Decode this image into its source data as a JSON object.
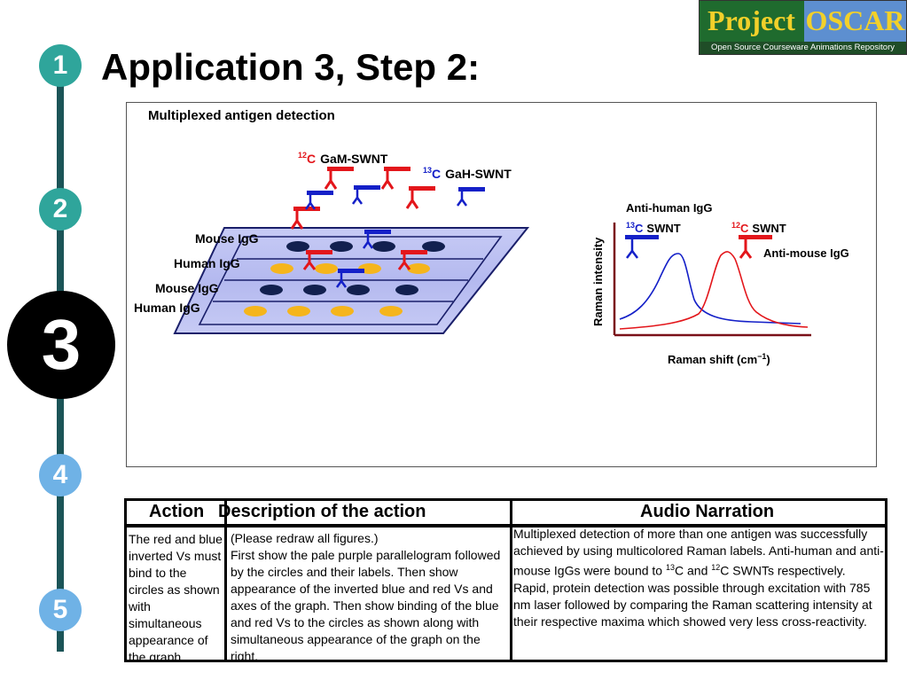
{
  "steps": [
    {
      "label": "1",
      "color": "#2fa59b"
    },
    {
      "label": "2",
      "color": "#2fa59b"
    },
    {
      "label": "3",
      "color": "#000000"
    },
    {
      "label": "4",
      "color": "#6fb2e6"
    },
    {
      "label": "5",
      "color": "#6fb2e6"
    }
  ],
  "title": "Application 3, Step 2:",
  "logo": {
    "word1": "Project",
    "word2": "OSCAR",
    "subtitle": "Open Source Courseware Animations Repository"
  },
  "diagram": {
    "heading": "Multiplexed antigen detection",
    "label_12c_gam": {
      "isotope_mass": "12",
      "element": "C",
      "name": "GaM-SWNT"
    },
    "label_13c_gah": {
      "isotope_mass": "13",
      "element": "C",
      "name": "GaH-SWNT"
    },
    "row_labels": [
      "Mouse IgG",
      "Human IgG",
      "Mouse IgG",
      "Human IgG"
    ],
    "graph": {
      "anti_human": "Anti-human IgG",
      "swnt13": {
        "isotope_mass": "13",
        "element": "C",
        "name": "SWNT"
      },
      "swnt12": {
        "isotope_mass": "12",
        "element": "C",
        "name": "SWNT"
      },
      "anti_mouse": "Anti-mouse IgG",
      "ylabel": "Raman intensity",
      "xlabel_main": "Raman shift (cm",
      "xlabel_sup": "−1",
      "xlabel_end": ")"
    },
    "colors": {
      "red": "#e3161b",
      "blue": "#1420c8",
      "plate": "#c4c8f3",
      "navy": "#12204f",
      "gold": "#f5b51c"
    }
  },
  "table": {
    "headers": {
      "action": "Action",
      "description": "Description of the action",
      "audio": "Audio Narration"
    },
    "action_text": "The red and blue inverted Vs must bind to the circles as shown with simultaneous appearance of the graph.",
    "description_line1": "(Please redraw all figures.)",
    "description_text": "First show the pale purple parallelogram followed by the circles and their labels. Then show appearance of the inverted blue and red Vs and axes of the graph. Then show binding of the blue and red Vs to the circles as shown along with simultaneous appearance of the graph on the right.",
    "audio": {
      "part1": "Multiplexed detection of more than one antigen was successfully achieved by using multicolored Raman labels. Anti-human and anti-mouse IgGs were bound to ",
      "sup13": "13",
      "part2": "C and ",
      "sup12": "12",
      "part3": "C SWNTs respectively. Rapid, protein detection was possible through excitation  with 785 nm laser followed by comparing the Raman scattering intensity at their respective maxima which showed very less cross-reactivity."
    }
  }
}
